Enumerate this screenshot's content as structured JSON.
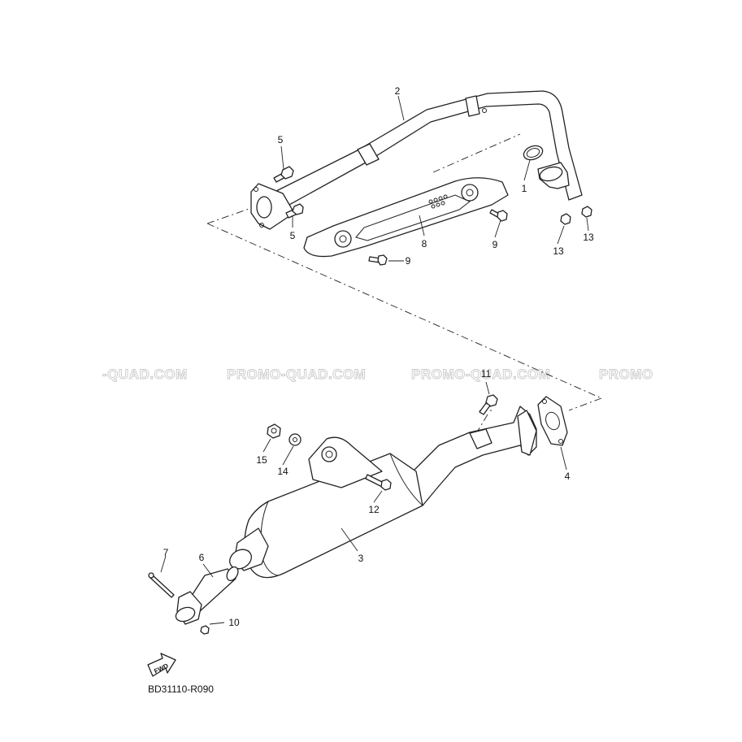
{
  "diagram": {
    "callouts": {
      "c1": "1",
      "c2": "2",
      "c3": "3",
      "c4": "4",
      "c5a": "5",
      "c5b": "5",
      "c6": "6",
      "c7": "7",
      "c8": "8",
      "c9a": "9",
      "c9b": "9",
      "c10": "10",
      "c11": "11",
      "c12": "12",
      "c13a": "13",
      "c13b": "13",
      "c14": "14",
      "c15": "15"
    },
    "watermark": {
      "w1": "-QUAD.COM",
      "w2": "PROMO-QUAD.COM",
      "w3": "PROMO-QUAD.COM",
      "w4": "PROMO"
    },
    "fwd_label": "FWD",
    "drawing_code": "BD31110-R090"
  }
}
